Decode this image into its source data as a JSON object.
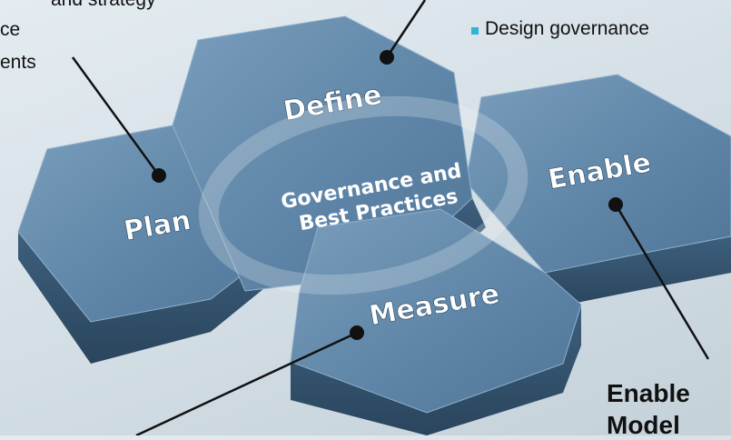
{
  "diagram": {
    "hexagons": {
      "define": "Define",
      "plan": "Plan",
      "enable": "Enable",
      "measure": "Measure"
    },
    "center_line1": "Governance and",
    "center_line2": "Best Practices"
  },
  "callouts": {
    "top_left_line1": "and strategy",
    "top_left_line2": "ce",
    "top_left_line3": "ents",
    "top_right_bullet": "Design governance",
    "bottom_right_line1": "Enable",
    "bottom_right_line2": "Model"
  },
  "colors": {
    "hex_top": "#5f86a8",
    "hex_side": "#33526e",
    "bullet": "#2fb3d6"
  }
}
